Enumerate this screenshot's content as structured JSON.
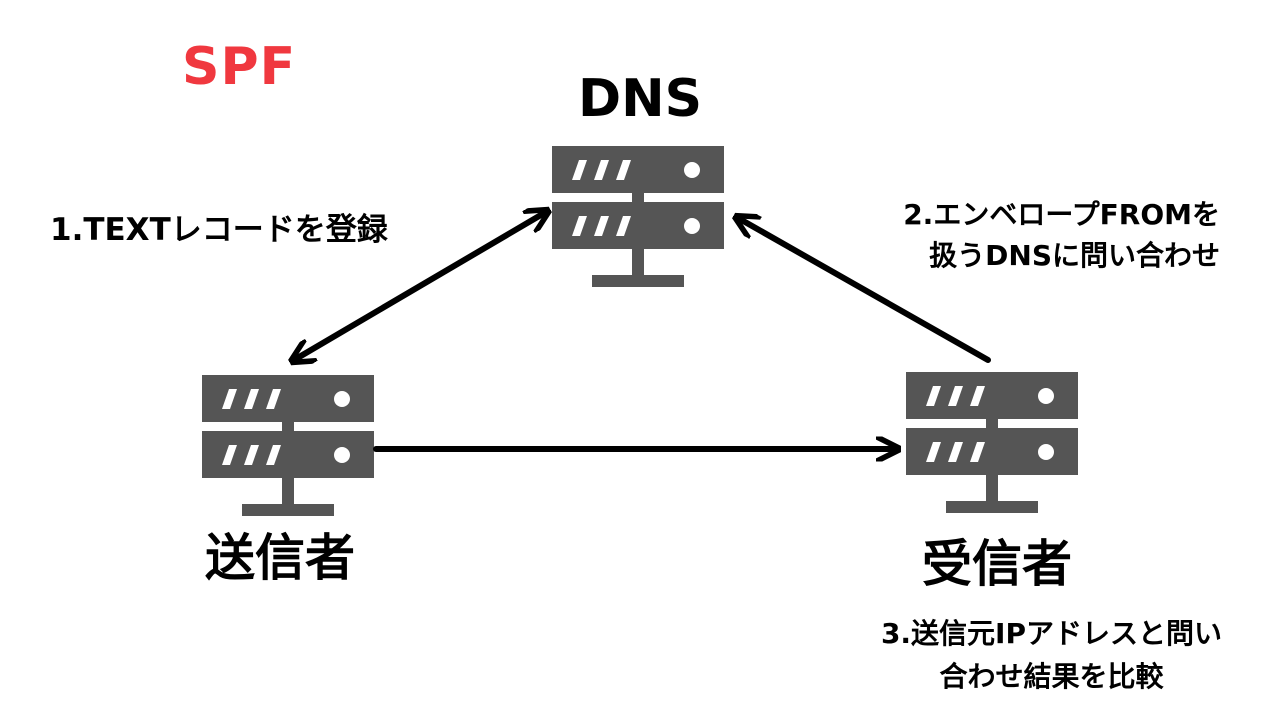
{
  "title": "SPF",
  "nodes": {
    "dns": "DNS",
    "sender": "送信者",
    "receiver": "受信者"
  },
  "steps": {
    "step1": [
      "1.TEXTレコードを登録"
    ],
    "step2": [
      "2.エンベロープFROMを",
      "扱うDNSに問い合わせ"
    ],
    "step3": [
      "3.送信元IPアドレスと問い",
      "合わせ結果を比較"
    ]
  },
  "colors": {
    "title": "#f0383f",
    "server": "#555555",
    "arrow": "#000000",
    "text": "#000000"
  },
  "icons": [
    "server-icon",
    "arrow"
  ]
}
